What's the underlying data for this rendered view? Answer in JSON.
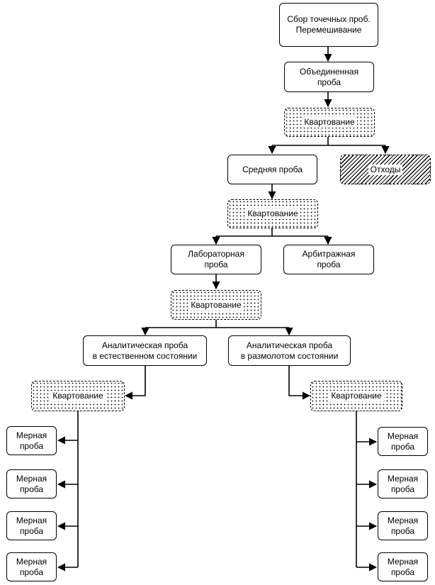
{
  "diagram": {
    "collect": "Сбор точечных проб.\nПеремешивание",
    "combined": "Объединенная\nпроба",
    "quartering_1": "Квартование",
    "average": "Средняя проба",
    "waste": "Отходы",
    "quartering_2": "Квартование",
    "laboratory": "Лабораторная\nпроба",
    "arbitration": "Арбитражная\nпроба",
    "quartering_3": "Квартование",
    "analytical_natural": "Аналитическая проба\nв естественном состоянии",
    "analytical_ground": "Аналитическая проба\nв размолотом состоянии",
    "quartering_left": "Квартование",
    "quartering_right": "Квартование",
    "measured_left": [
      "Мерная\nпроба",
      "Мерная\nпроба",
      "Мерная\nпроба",
      "Мерная\nпроба"
    ],
    "measured_right": [
      "Мерная\nпроба",
      "Мерная\nпроба",
      "Мерная\nпроба",
      "Мерная\nпроба"
    ]
  }
}
